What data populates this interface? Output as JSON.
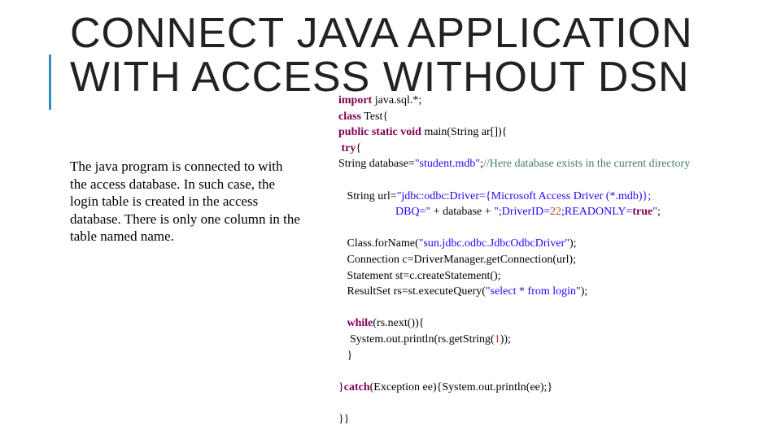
{
  "slide": {
    "title_line1": "CONNECT JAVA APPLICATION",
    "title_line2": "WITH ACCESS WITHOUT DSN",
    "description": "The java program is connected to with the access database. In such case, the login table is created in the access database. There is only one column in the table named name.",
    "code_lines": [
      [
        {
          "t": "kw",
          "v": "import"
        },
        {
          "t": "p",
          "v": " java.sql.*;"
        }
      ],
      [
        {
          "t": "kw",
          "v": "class"
        },
        {
          "t": "p",
          "v": " Test{"
        }
      ],
      [
        {
          "t": "kw",
          "v": "public"
        },
        {
          "t": "p",
          "v": " "
        },
        {
          "t": "kw",
          "v": "static"
        },
        {
          "t": "p",
          "v": " "
        },
        {
          "t": "kw",
          "v": "void"
        },
        {
          "t": "p",
          "v": " main(String ar[]){"
        }
      ],
      [
        {
          "t": "p",
          "v": " "
        },
        {
          "t": "kw",
          "v": "try"
        },
        {
          "t": "p",
          "v": "{"
        }
      ],
      [
        {
          "t": "p",
          "v": "String database="
        },
        {
          "t": "str",
          "v": "\"student.mdb\""
        },
        {
          "t": "p",
          "v": ";"
        },
        {
          "t": "cm",
          "v": "//Here database exists in the current directory"
        }
      ],
      [],
      [
        {
          "t": "p",
          "v": "   String url="
        },
        {
          "t": "str",
          "v": "\"jdbc:odbc:Driver={Microsoft Access Driver (*.mdb)};"
        }
      ],
      [
        {
          "t": "str",
          "v": "                    DBQ=\""
        },
        {
          "t": "p",
          "v": " + database + "
        },
        {
          "t": "str",
          "v": "\";DriverID="
        },
        {
          "t": "num",
          "v": "22"
        },
        {
          "t": "str",
          "v": ";READONLY="
        },
        {
          "t": "kw",
          "v": "true"
        },
        {
          "t": "str",
          "v": "\""
        },
        {
          "t": "p",
          "v": ";"
        }
      ],
      [],
      [
        {
          "t": "p",
          "v": "   Class.forName("
        },
        {
          "t": "str",
          "v": "\"sun.jdbc.odbc.JdbcOdbcDriver\""
        },
        {
          "t": "p",
          "v": ");"
        }
      ],
      [
        {
          "t": "p",
          "v": "   Connection c=DriverManager.getConnection(url);"
        }
      ],
      [
        {
          "t": "p",
          "v": "   Statement st=c.createStatement();"
        }
      ],
      [
        {
          "t": "p",
          "v": "   ResultSet rs=st.executeQuery("
        },
        {
          "t": "str",
          "v": "\"select * from login\""
        },
        {
          "t": "p",
          "v": ");"
        }
      ],
      [],
      [
        {
          "t": "p",
          "v": "   "
        },
        {
          "t": "kw",
          "v": "while"
        },
        {
          "t": "p",
          "v": "(rs.next()){"
        }
      ],
      [
        {
          "t": "p",
          "v": "    System.out.println(rs.getString("
        },
        {
          "t": "num",
          "v": "1"
        },
        {
          "t": "p",
          "v": "));"
        }
      ],
      [
        {
          "t": "p",
          "v": "   }"
        }
      ],
      [],
      [
        {
          "t": "p",
          "v": "}"
        },
        {
          "t": "kw",
          "v": "catch"
        },
        {
          "t": "p",
          "v": "(Exception ee){System.out.println(ee);}"
        }
      ],
      [],
      [
        {
          "t": "p",
          "v": "}}"
        }
      ]
    ]
  },
  "colors": {
    "accent": "#2f8fbf",
    "keyword": "#7f0055",
    "string": "#2a00ff",
    "comment": "#3f7f5f",
    "number": "#c0392b"
  }
}
